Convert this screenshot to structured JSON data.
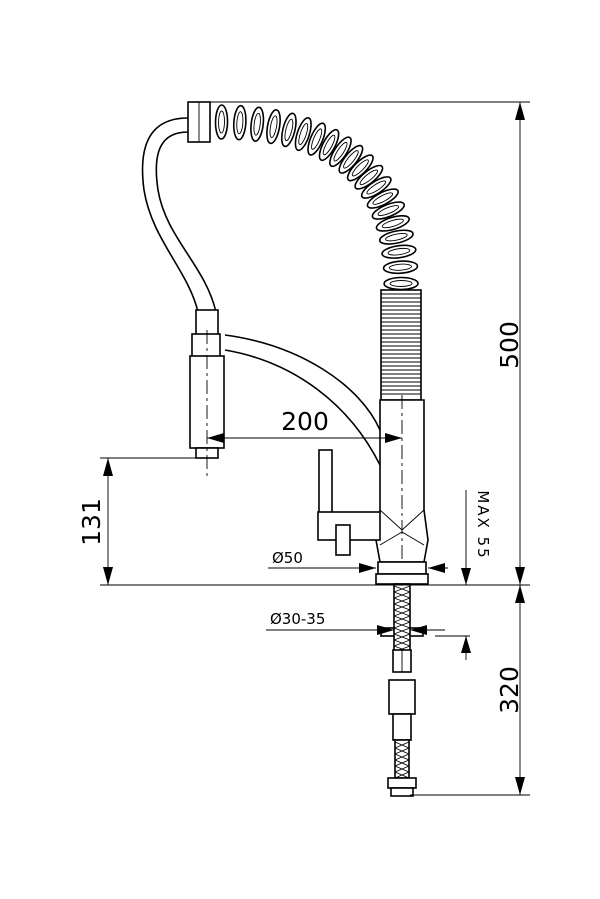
{
  "dimensions": {
    "total_height": "500",
    "spout_reach": "200",
    "spray_height": "131",
    "hose_length": "320",
    "max_thickness": "MAX 55",
    "base_diameter": "Ø50",
    "hole_diameter": "Ø30-35"
  },
  "colors": {
    "line": "#000000",
    "background": "#ffffff"
  }
}
